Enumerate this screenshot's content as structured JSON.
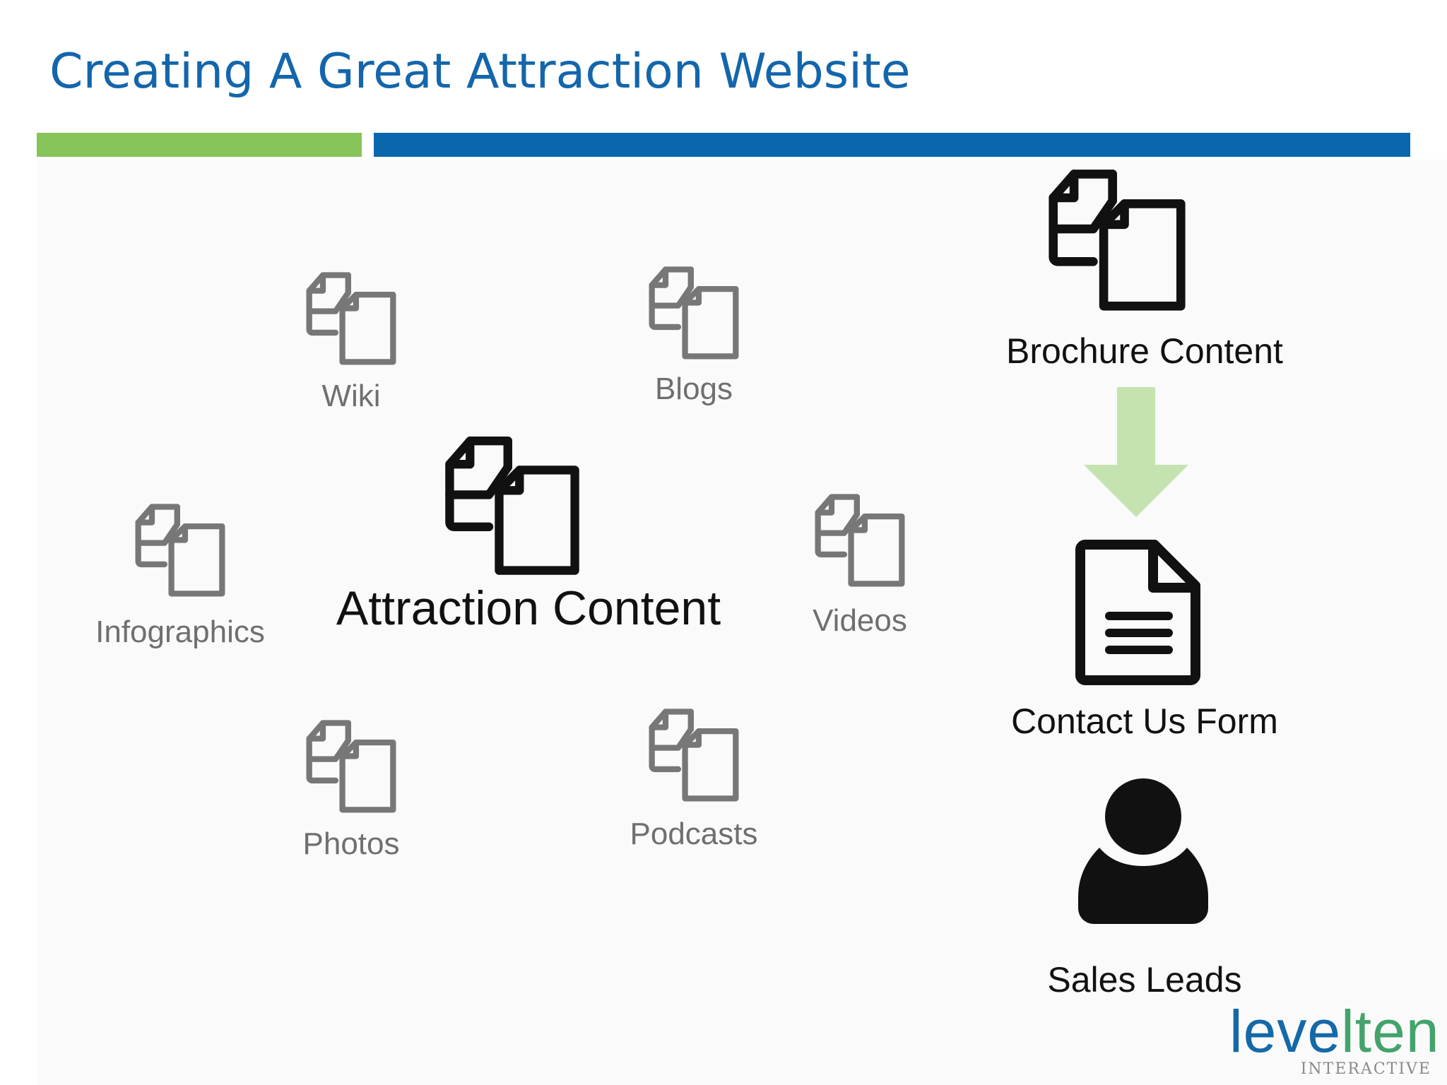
{
  "slide": {
    "title": "Creating A Great Attraction Website"
  },
  "colors": {
    "title": "#1366ab",
    "bar_green": "#86c45a",
    "bar_blue": "#0a67ad",
    "arrow": "#c4e3b0",
    "gray_icon": "#777777",
    "black_icon": "#111111"
  },
  "attraction": {
    "center_label": "Attraction Content",
    "items": [
      {
        "label": "Wiki",
        "icon": "documents-icon"
      },
      {
        "label": "Blogs",
        "icon": "documents-icon"
      },
      {
        "label": "Infographics",
        "icon": "documents-icon"
      },
      {
        "label": "Videos",
        "icon": "documents-icon"
      },
      {
        "label": "Photos",
        "icon": "documents-icon"
      },
      {
        "label": "Podcasts",
        "icon": "documents-icon"
      }
    ]
  },
  "funnel": {
    "brochure": {
      "label": "Brochure Content",
      "icon": "documents-icon"
    },
    "arrow": {
      "icon": "arrow-down-icon"
    },
    "form": {
      "label": "Contact Us Form",
      "icon": "form-document-icon"
    },
    "leads": {
      "label": "Sales Leads",
      "icon": "person-icon"
    }
  },
  "logo": {
    "main": "leve",
    "accent": "lten",
    "sub": "INTERACTIVE"
  }
}
